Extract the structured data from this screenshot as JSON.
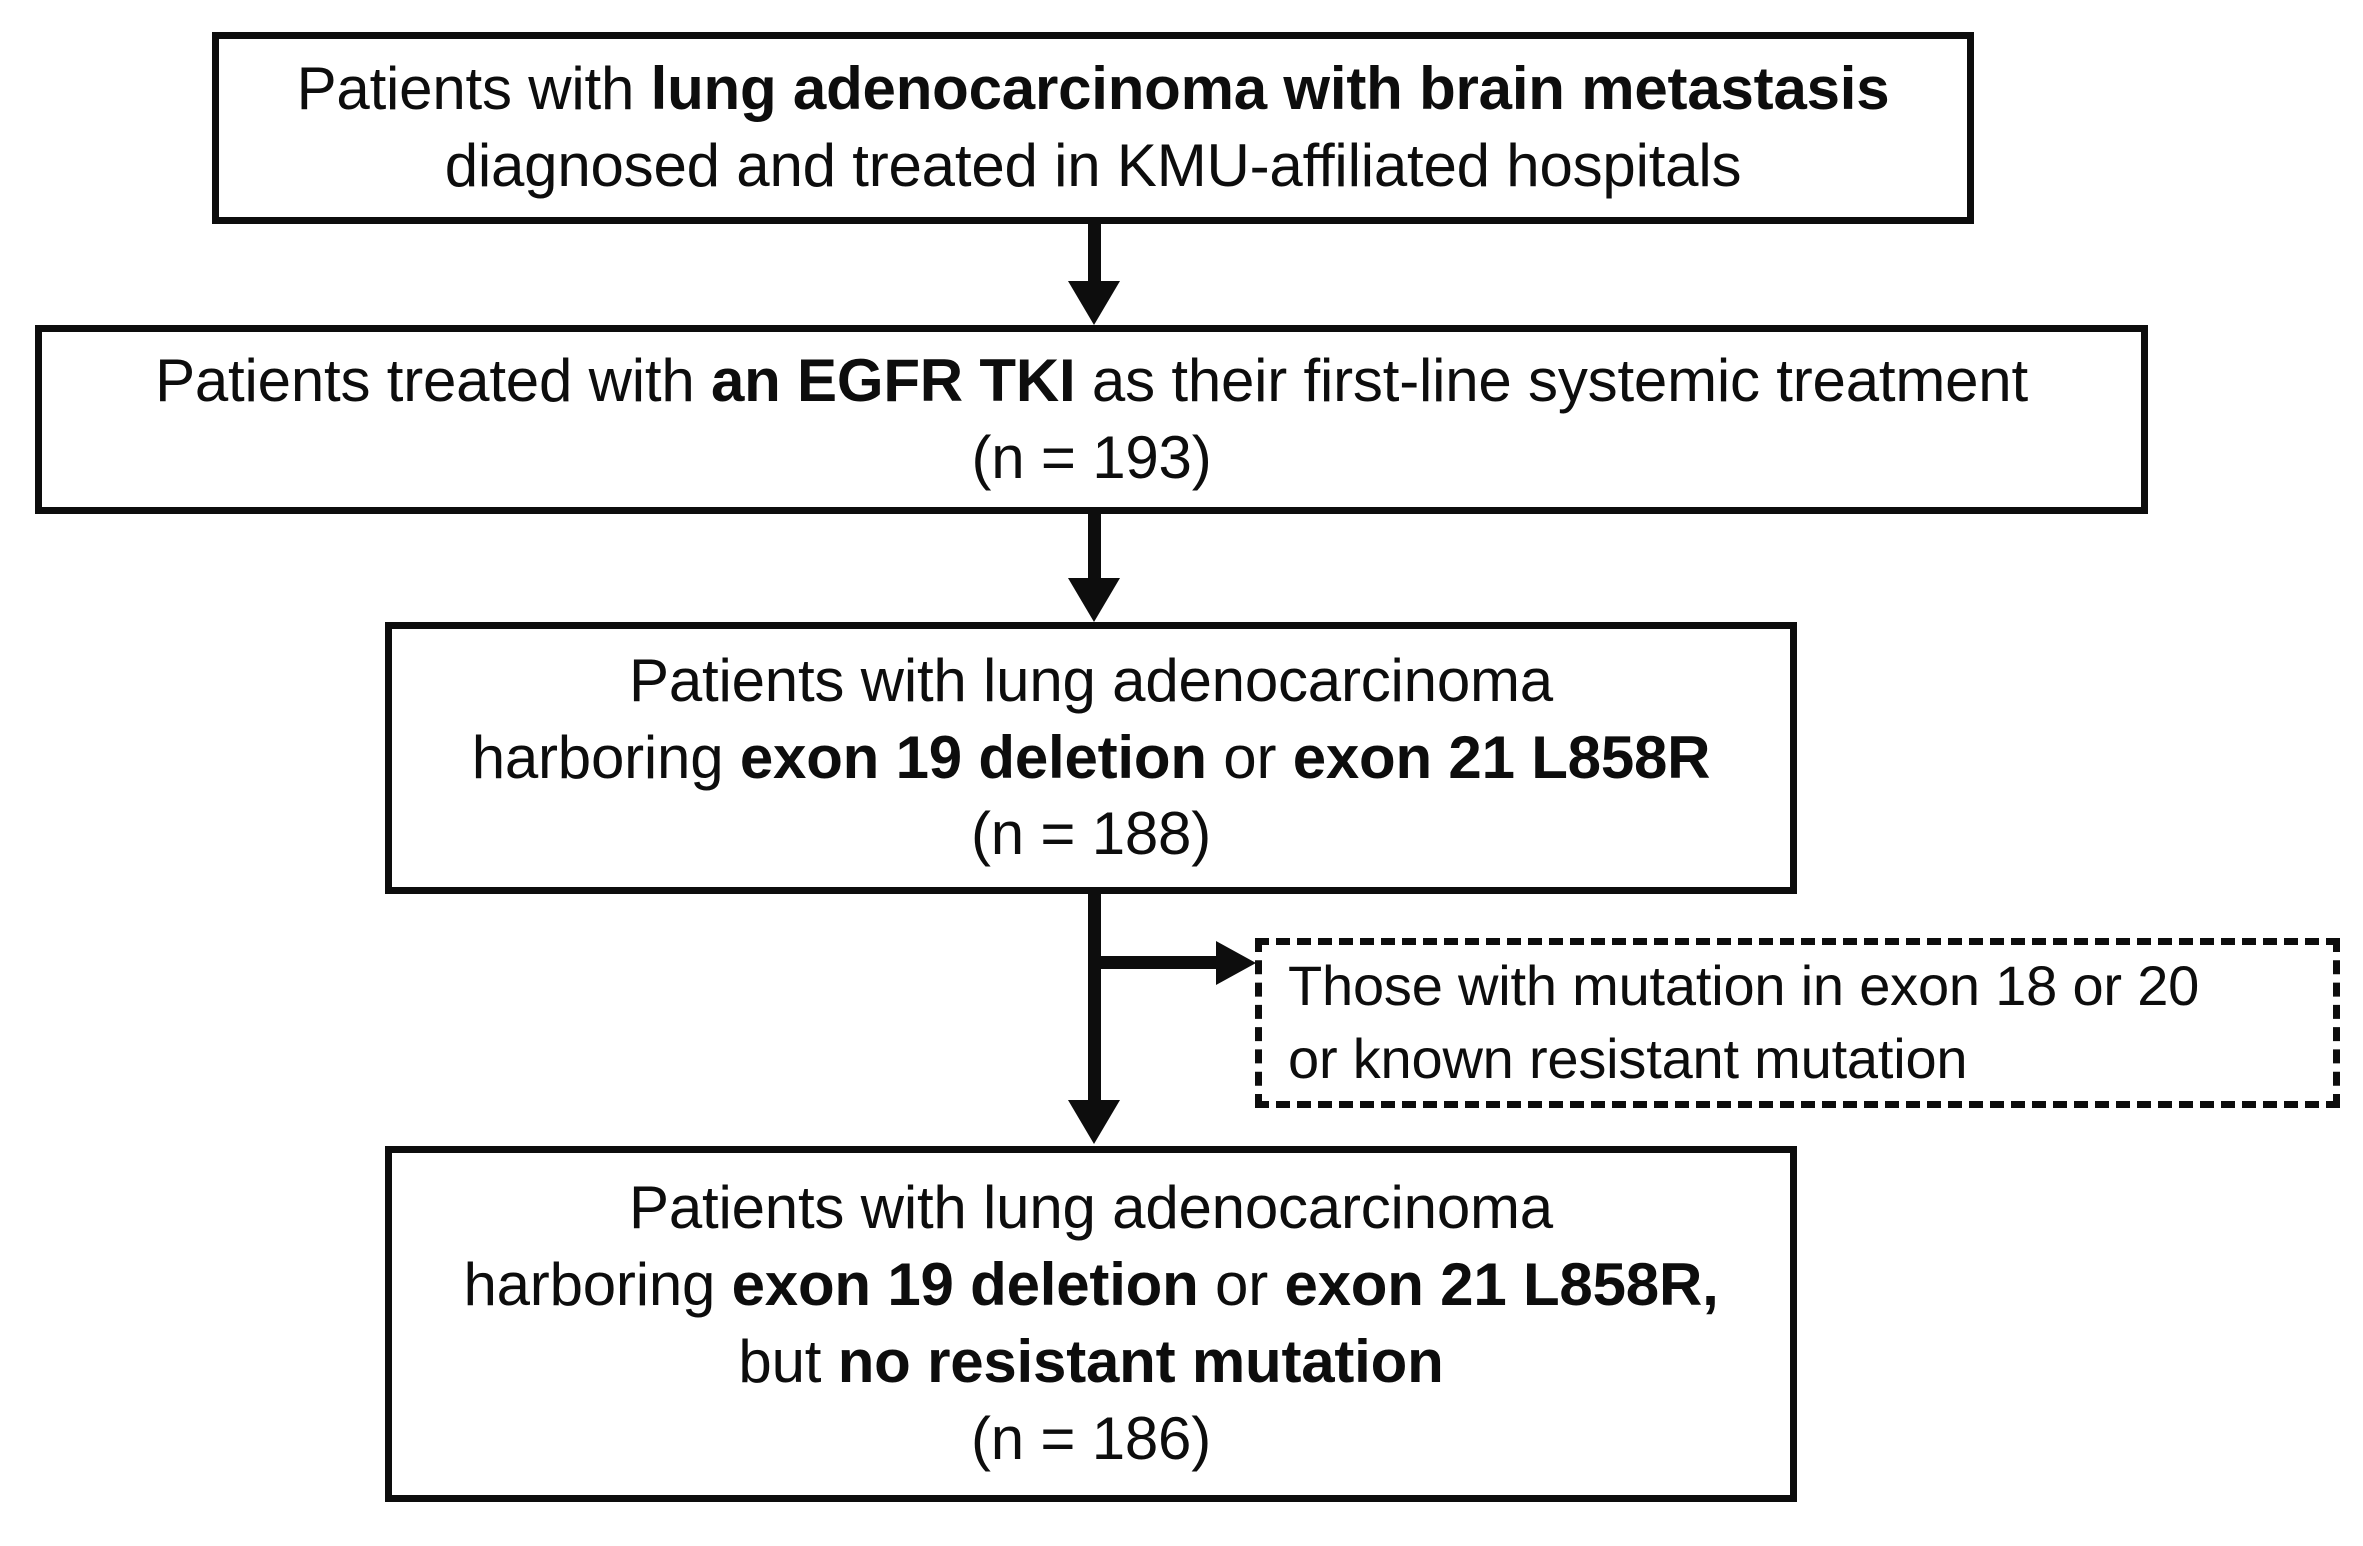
{
  "figure": {
    "type": "flowchart",
    "title": "Patient selection flow diagram",
    "orientation": "top-to-bottom",
    "colors": {
      "stroke": "#0d0d0d",
      "background": "#ffffff"
    }
  },
  "nodes": {
    "cohort_source": {
      "id": "box-1",
      "style": "solid",
      "lines": [
        {
          "parts": [
            {
              "text": "Patients with ",
              "bold": false
            },
            {
              "text": "lung adenocarcinoma with brain metastasis",
              "bold": true
            }
          ]
        },
        {
          "parts": [
            {
              "text": "diagnosed and treated in KMU-affiliated hospitals",
              "bold": false
            }
          ]
        }
      ]
    },
    "first_line_tki": {
      "id": "box-2",
      "style": "solid",
      "lines": [
        {
          "parts": [
            {
              "text": "Patients treated with ",
              "bold": false
            },
            {
              "text": "an EGFR TKI",
              "bold": true
            },
            {
              "text": " as their first-line systemic treatment",
              "bold": false
            }
          ]
        },
        {
          "parts": [
            {
              "text": "(n = 193)",
              "bold": false
            }
          ]
        }
      ],
      "n": 193
    },
    "sensitizing_mutation": {
      "id": "box-3",
      "style": "solid",
      "lines": [
        {
          "parts": [
            {
              "text": "Patients with lung adenocarcinoma",
              "bold": false
            }
          ]
        },
        {
          "parts": [
            {
              "text": "harboring ",
              "bold": false
            },
            {
              "text": "exon 19 deletion",
              "bold": true
            },
            {
              "text": " or ",
              "bold": false
            },
            {
              "text": "exon 21 L858R",
              "bold": true
            }
          ]
        },
        {
          "parts": [
            {
              "text": "(n = 188)",
              "bold": false
            }
          ]
        }
      ],
      "n": 188
    },
    "excluded": {
      "id": "box-excluded",
      "style": "dashed",
      "lines": [
        {
          "parts": [
            {
              "text": "Those with mutation in exon 18 or 20",
              "bold": false
            }
          ]
        },
        {
          "parts": [
            {
              "text": "or known resistant mutation",
              "bold": false
            }
          ]
        }
      ]
    },
    "final_cohort": {
      "id": "box-4",
      "style": "solid",
      "lines": [
        {
          "parts": [
            {
              "text": "Patients with lung adenocarcinoma",
              "bold": false
            }
          ]
        },
        {
          "parts": [
            {
              "text": "harboring ",
              "bold": false
            },
            {
              "text": "exon 19 deletion",
              "bold": true
            },
            {
              "text": " or ",
              "bold": false
            },
            {
              "text": "exon 21 L858R,",
              "bold": true
            }
          ]
        },
        {
          "parts": [
            {
              "text": "but ",
              "bold": false
            },
            {
              "text": "no resistant mutation",
              "bold": true
            }
          ]
        },
        {
          "parts": [
            {
              "text": "(n = 186)",
              "bold": false
            }
          ]
        }
      ],
      "n": 186
    }
  },
  "edges": [
    {
      "from": "cohort_source",
      "to": "first_line_tki",
      "style": "solid-arrow",
      "direction": "down"
    },
    {
      "from": "first_line_tki",
      "to": "sensitizing_mutation",
      "style": "solid-arrow",
      "direction": "down"
    },
    {
      "from": "sensitizing_mutation",
      "to": "excluded",
      "style": "solid-arrow",
      "direction": "right"
    },
    {
      "from": "sensitizing_mutation",
      "to": "final_cohort",
      "style": "solid-arrow",
      "direction": "down"
    }
  ]
}
